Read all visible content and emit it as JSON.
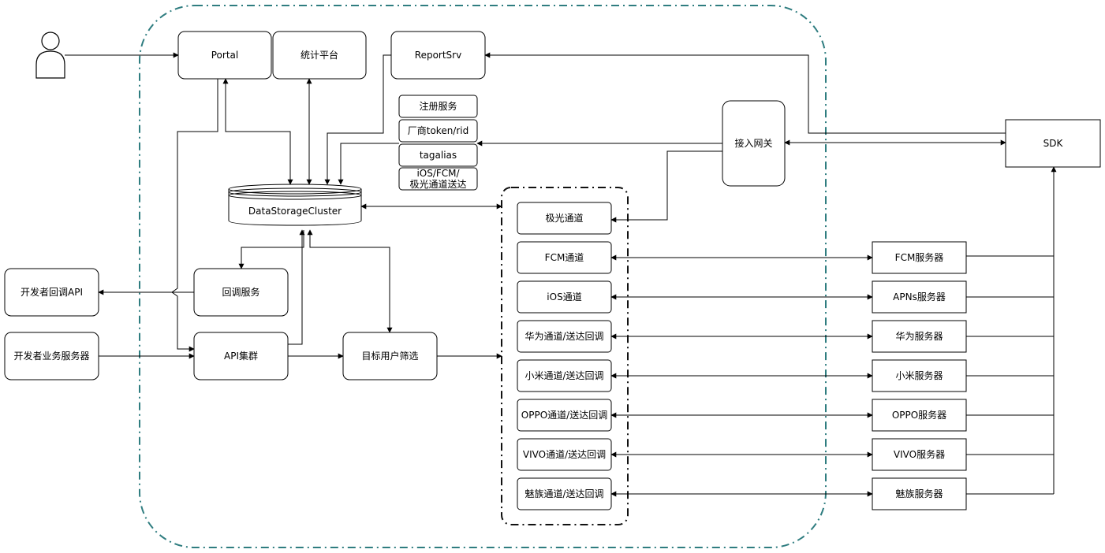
{
  "nodes": {
    "portal": "Portal",
    "stats": "统计平台",
    "reportsrv": "ReportSrv",
    "register": "注册服务",
    "vendor_token": "厂商token/rid",
    "tagalias": "tagalias",
    "ios_fcm_jg": [
      "iOS/FCM/",
      "极光通道送达"
    ],
    "gateway": "接入网关",
    "sdk": "SDK",
    "storage": "DataStorageCluster",
    "callback": "回调服务",
    "dev_callback_api": "开发者回调API",
    "dev_server": "开发者业务服务器",
    "api_cluster": "API集群",
    "target_filter": "目标用户筛选",
    "jg_channel": "极光通道",
    "fcm_channel": "FCM通道",
    "ios_channel": "iOS通道",
    "huawei_channel": "华为通道/送达回调",
    "xiaomi_channel": "小米通道/送达回调",
    "oppo_channel": "OPPO通道/送达回调",
    "vivo_channel": "VIVO通道/送达回调",
    "meizu_channel": "魅族通道/送达回调",
    "fcm_server": "FCM服务器",
    "apns_server": "APNs服务器",
    "huawei_server": "华为服务器",
    "xiaomi_server": "小米服务器",
    "oppo_server": "OPPO服务器",
    "vivo_server": "VIVO服务器",
    "meizu_server": "魅族服务器"
  },
  "colors": {
    "outer_boundary": "#2f7d80",
    "inner_boundary": "#111111",
    "stroke": "#000000"
  }
}
